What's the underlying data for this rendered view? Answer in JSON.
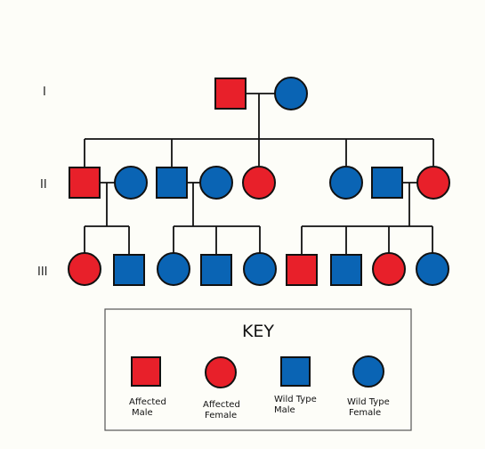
{
  "generations": {
    "g1": "I",
    "g2": "II",
    "g3": "III"
  },
  "colors": {
    "affected": "#e8202a",
    "wild_type": "#0a64b4",
    "line": "#111111"
  },
  "pedigree": {
    "generation_1": [
      {
        "id": "I-1",
        "sex": "male",
        "status": "affected"
      },
      {
        "id": "I-2",
        "sex": "female",
        "status": "wild_type"
      }
    ],
    "generation_2": [
      {
        "id": "II-1",
        "sex": "male",
        "status": "affected"
      },
      {
        "id": "II-2",
        "sex": "female",
        "status": "wild_type"
      },
      {
        "id": "II-3",
        "sex": "male",
        "status": "wild_type"
      },
      {
        "id": "II-4",
        "sex": "female",
        "status": "wild_type"
      },
      {
        "id": "II-5",
        "sex": "female",
        "status": "affected"
      },
      {
        "id": "II-6",
        "sex": "female",
        "status": "wild_type"
      },
      {
        "id": "II-7",
        "sex": "male",
        "status": "wild_type"
      },
      {
        "id": "II-8",
        "sex": "female",
        "status": "affected"
      }
    ],
    "generation_3": [
      {
        "id": "III-1",
        "sex": "female",
        "status": "affected"
      },
      {
        "id": "III-2",
        "sex": "male",
        "status": "wild_type"
      },
      {
        "id": "III-3",
        "sex": "female",
        "status": "wild_type"
      },
      {
        "id": "III-4",
        "sex": "male",
        "status": "wild_type"
      },
      {
        "id": "III-5",
        "sex": "female",
        "status": "wild_type"
      },
      {
        "id": "III-6",
        "sex": "male",
        "status": "affected"
      },
      {
        "id": "III-7",
        "sex": "male",
        "status": "wild_type"
      },
      {
        "id": "III-8",
        "sex": "female",
        "status": "affected"
      },
      {
        "id": "III-9",
        "sex": "female",
        "status": "wild_type"
      }
    ]
  },
  "key": {
    "title": "KEY",
    "affected_male": {
      "line1": "Affected",
      "line2": "Male"
    },
    "affected_female": {
      "line1": "Affected",
      "line2": "Female"
    },
    "wild_male": {
      "line1": "Wild Type",
      "line2": "Male"
    },
    "wild_female": {
      "line1": "Wild Type",
      "line2": "Female"
    }
  }
}
